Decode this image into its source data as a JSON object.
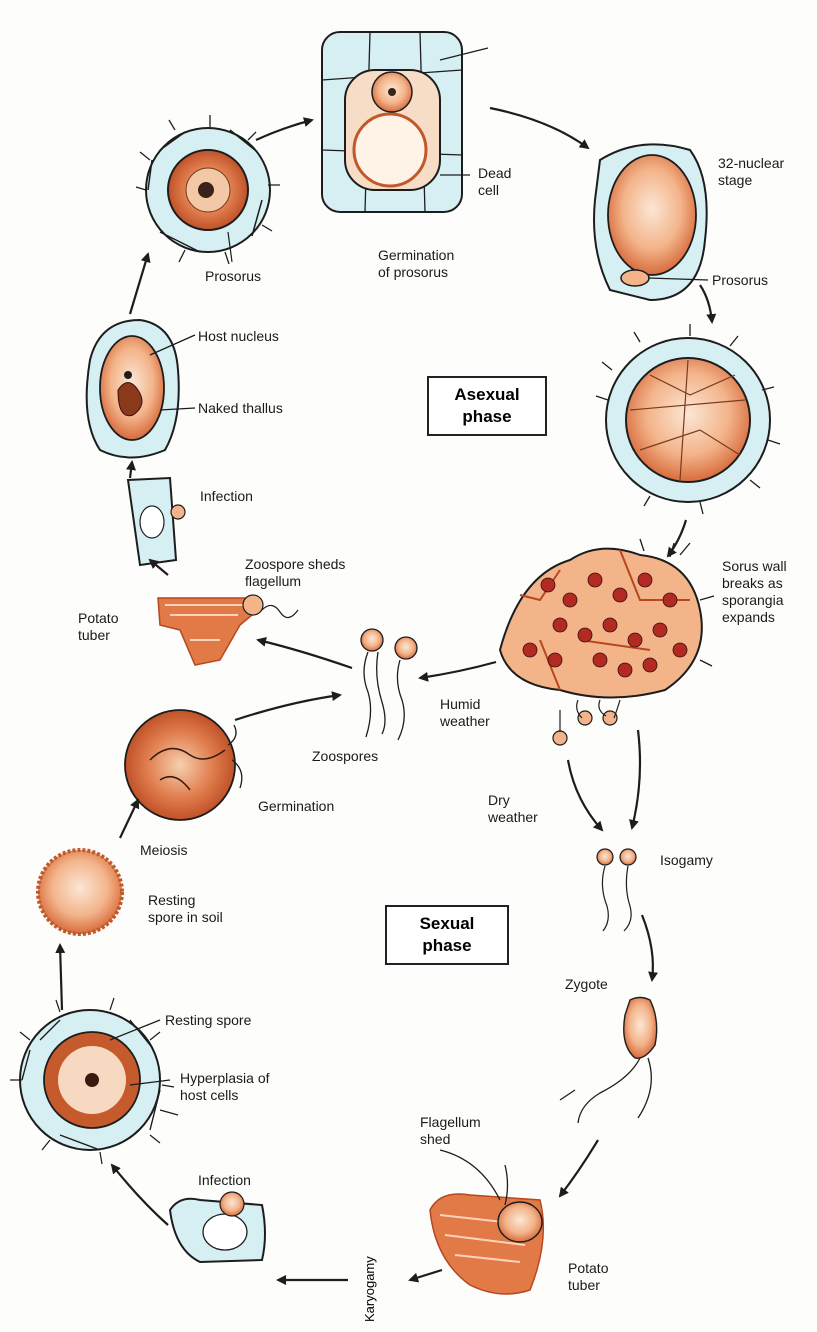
{
  "phases": {
    "asexual": "Asexual\nphase",
    "sexual": "Sexual\nphase"
  },
  "labels": {
    "prosorus_1": "Prosorus",
    "germination_prosorus": "Germination\nof prosorus",
    "dead_cell": "Dead\ncell",
    "nuclear_stage": "32-nuclear\nstage",
    "prosorus_2": "Prosorus",
    "host_nucleus": "Host nucleus",
    "naked_thallus": "Naked thallus",
    "infection_1": "Infection",
    "zoospore_sheds": "Zoospore sheds\nflagellum",
    "potato_tuber_1": "Potato\ntuber",
    "sorus_wall": "Sorus wall\nbreaks as\nsporangia\nexpands",
    "humid_weather": "Humid\nweather",
    "zoospores": "Zoospores",
    "germination": "Germination",
    "dry_weather": "Dry\nweather",
    "meiosis": "Meiosis",
    "isogamy": "Isogamy",
    "resting_spore_soil": "Resting\nspore in soil",
    "zygote": "Zygote",
    "resting_spore": "Resting spore",
    "hyperplasia": "Hyperplasia of\nhost cells",
    "flagellum_shed": "Flagellum\nshed",
    "infection_2": "Infection",
    "potato_tuber_2": "Potato\ntuber",
    "karyogamy": "Karyogamy"
  },
  "colors": {
    "outline": "#1d1d1d",
    "host_cell": "#d6eff2",
    "spore_fill": "#f3b48a",
    "spore_dark": "#c8552e",
    "sporangium_red": "#b22a22"
  }
}
